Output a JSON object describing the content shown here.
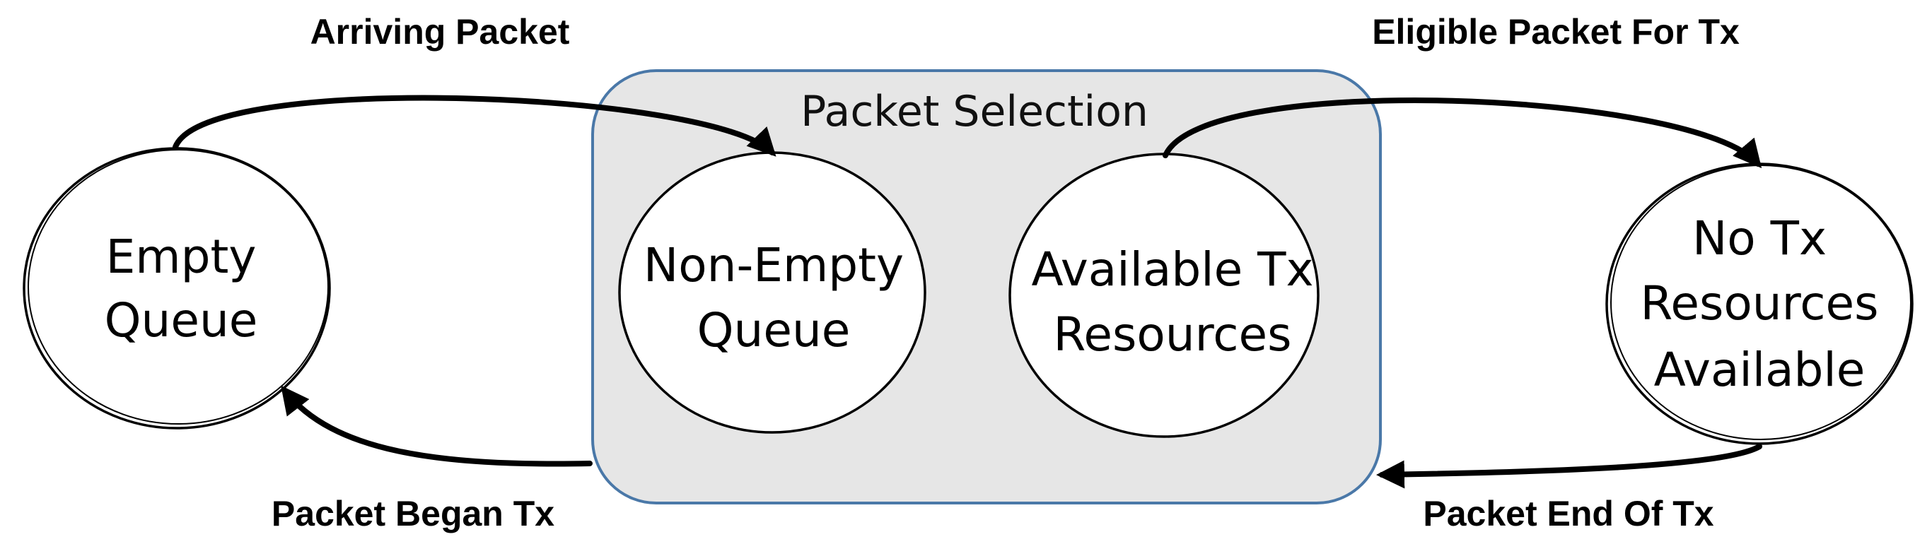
{
  "group": {
    "label": "Packet Selection",
    "fill_color": "#e6e6e6",
    "border_color": "#4a78a8"
  },
  "states": {
    "empty_queue": {
      "line1": "Empty",
      "line2": "Queue"
    },
    "non_empty_queue": {
      "line1": "Non-Empty",
      "line2": "Queue"
    },
    "available_tx": {
      "line1": "Available Tx",
      "line2": "Resources"
    },
    "no_tx": {
      "line1": "No Tx",
      "line2": "Resources",
      "line3": "Available"
    }
  },
  "transitions": {
    "arriving_packet": "Arriving Packet",
    "eligible_packet": "Eligible Packet For Tx",
    "packet_began_tx": "Packet Began Tx",
    "packet_end_of_tx": "Packet End Of Tx"
  }
}
